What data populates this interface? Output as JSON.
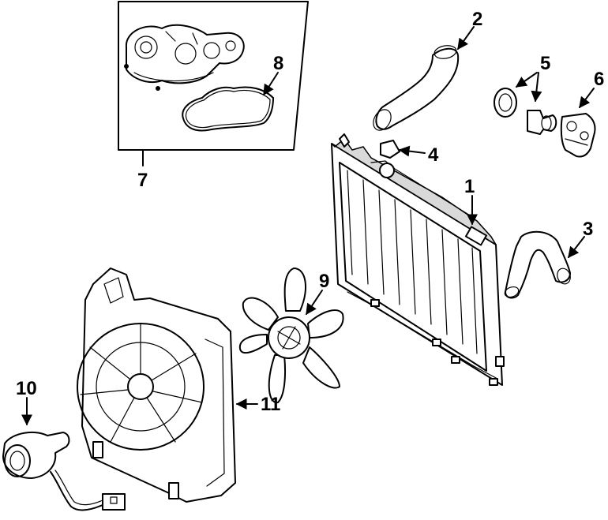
{
  "callouts": {
    "c1": "1",
    "c2": "2",
    "c3": "3",
    "c4": "4",
    "c5": "5",
    "c6": "6",
    "c7": "7",
    "c8": "8",
    "c9": "9",
    "c10": "10",
    "c11": "11"
  },
  "parts": [
    {
      "callout": "1",
      "icon": "radiator-icon"
    },
    {
      "callout": "2",
      "icon": "upper-radiator-hose-icon"
    },
    {
      "callout": "3",
      "icon": "lower-radiator-hose-icon"
    },
    {
      "callout": "4",
      "icon": "radiator-cap-seal-icon"
    },
    {
      "callout": "5",
      "icon": "thermostat-gasket-icon"
    },
    {
      "callout": "6",
      "icon": "thermostat-housing-icon"
    },
    {
      "callout": "7",
      "icon": "water-pump-assembly-icon"
    },
    {
      "callout": "8",
      "icon": "water-pump-gasket-icon"
    },
    {
      "callout": "9",
      "icon": "fan-blade-icon"
    },
    {
      "callout": "10",
      "icon": "fan-motor-icon"
    },
    {
      "callout": "11",
      "icon": "fan-shroud-icon"
    }
  ],
  "colors": {
    "ink": "#000000",
    "paper": "#ffffff"
  }
}
